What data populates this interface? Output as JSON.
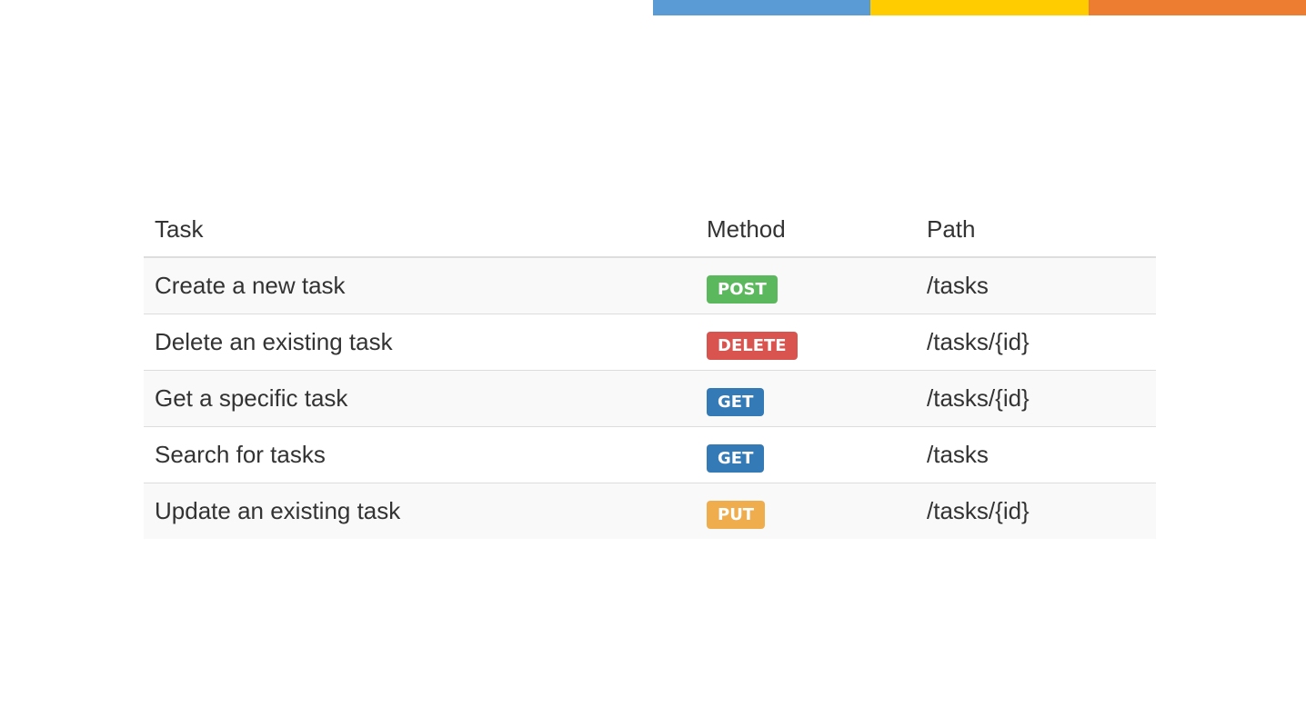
{
  "colors": {
    "accent_blue": "#5b9bd5",
    "accent_yellow": "#ffcc00",
    "accent_orange": "#ed7d31",
    "method_post": "#5cb85c",
    "method_delete": "#d9534f",
    "method_get": "#337ab7",
    "method_put": "#f0ad4e"
  },
  "table": {
    "headers": {
      "task": "Task",
      "method": "Method",
      "path": "Path"
    },
    "rows": [
      {
        "task": "Create a new task",
        "method": "POST",
        "path": "/tasks"
      },
      {
        "task": "Delete an existing task",
        "method": "DELETE",
        "path": "/tasks/{id}"
      },
      {
        "task": "Get a specific task",
        "method": "GET",
        "path": "/tasks/{id}"
      },
      {
        "task": "Search for tasks",
        "method": "GET",
        "path": "/tasks"
      },
      {
        "task": "Update an existing task",
        "method": "PUT",
        "path": "/tasks/{id}"
      }
    ]
  }
}
